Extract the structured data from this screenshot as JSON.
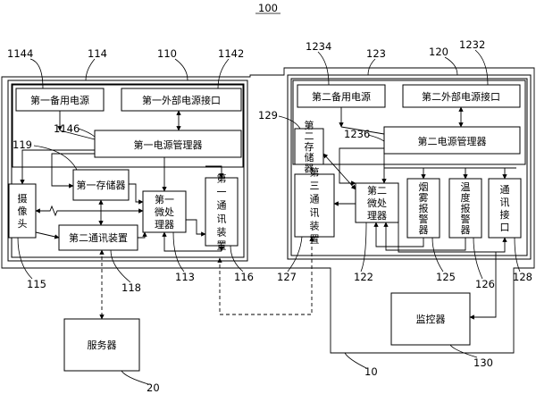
{
  "figure_ref": "100",
  "system_ref": "10",
  "left_unit": {
    "ref": "110",
    "frame_ref": "114",
    "backup_power": {
      "label": "第一备用电源",
      "ref": "1144"
    },
    "external_power_port": {
      "label": "第一外部电源接口",
      "ref": "1142"
    },
    "power_manager": {
      "label": "第一电源管理器",
      "ref": "1146"
    },
    "memory": {
      "label": "第一存储器",
      "ref": "119"
    },
    "camera": {
      "label": "摄像头",
      "ref": "115"
    },
    "microprocessor": {
      "label": "第一微处理器",
      "ref": "113"
    },
    "comm_device_1": {
      "label": "第一通讯装置",
      "ref": "116"
    },
    "comm_device_2": {
      "label": "第二通讯装置",
      "ref": "118"
    }
  },
  "right_unit": {
    "ref": "120",
    "frame_ref": "123",
    "backup_power": {
      "label": "第二备用电源",
      "ref": "1234"
    },
    "external_power_port": {
      "label": "第二外部电源接口",
      "ref": "1232"
    },
    "power_manager": {
      "label": "第二电源管理器",
      "ref": "1236"
    },
    "memory": {
      "label": "第二存储器",
      "ref": "129"
    },
    "comm_device_3": {
      "label": "第三通讯装置",
      "ref": "127"
    },
    "microprocessor": {
      "label": "第二微处理器",
      "ref": "122"
    },
    "smoke_alarm": {
      "label": "烟雾报警器",
      "ref": "125"
    },
    "temp_alarm": {
      "label": "温度报警器",
      "ref": "126"
    },
    "comm_port": {
      "label": "通讯接口",
      "ref": "128"
    }
  },
  "server": {
    "label": "服务器",
    "ref": "20"
  },
  "monitor": {
    "label": "监控器",
    "ref": "130"
  }
}
